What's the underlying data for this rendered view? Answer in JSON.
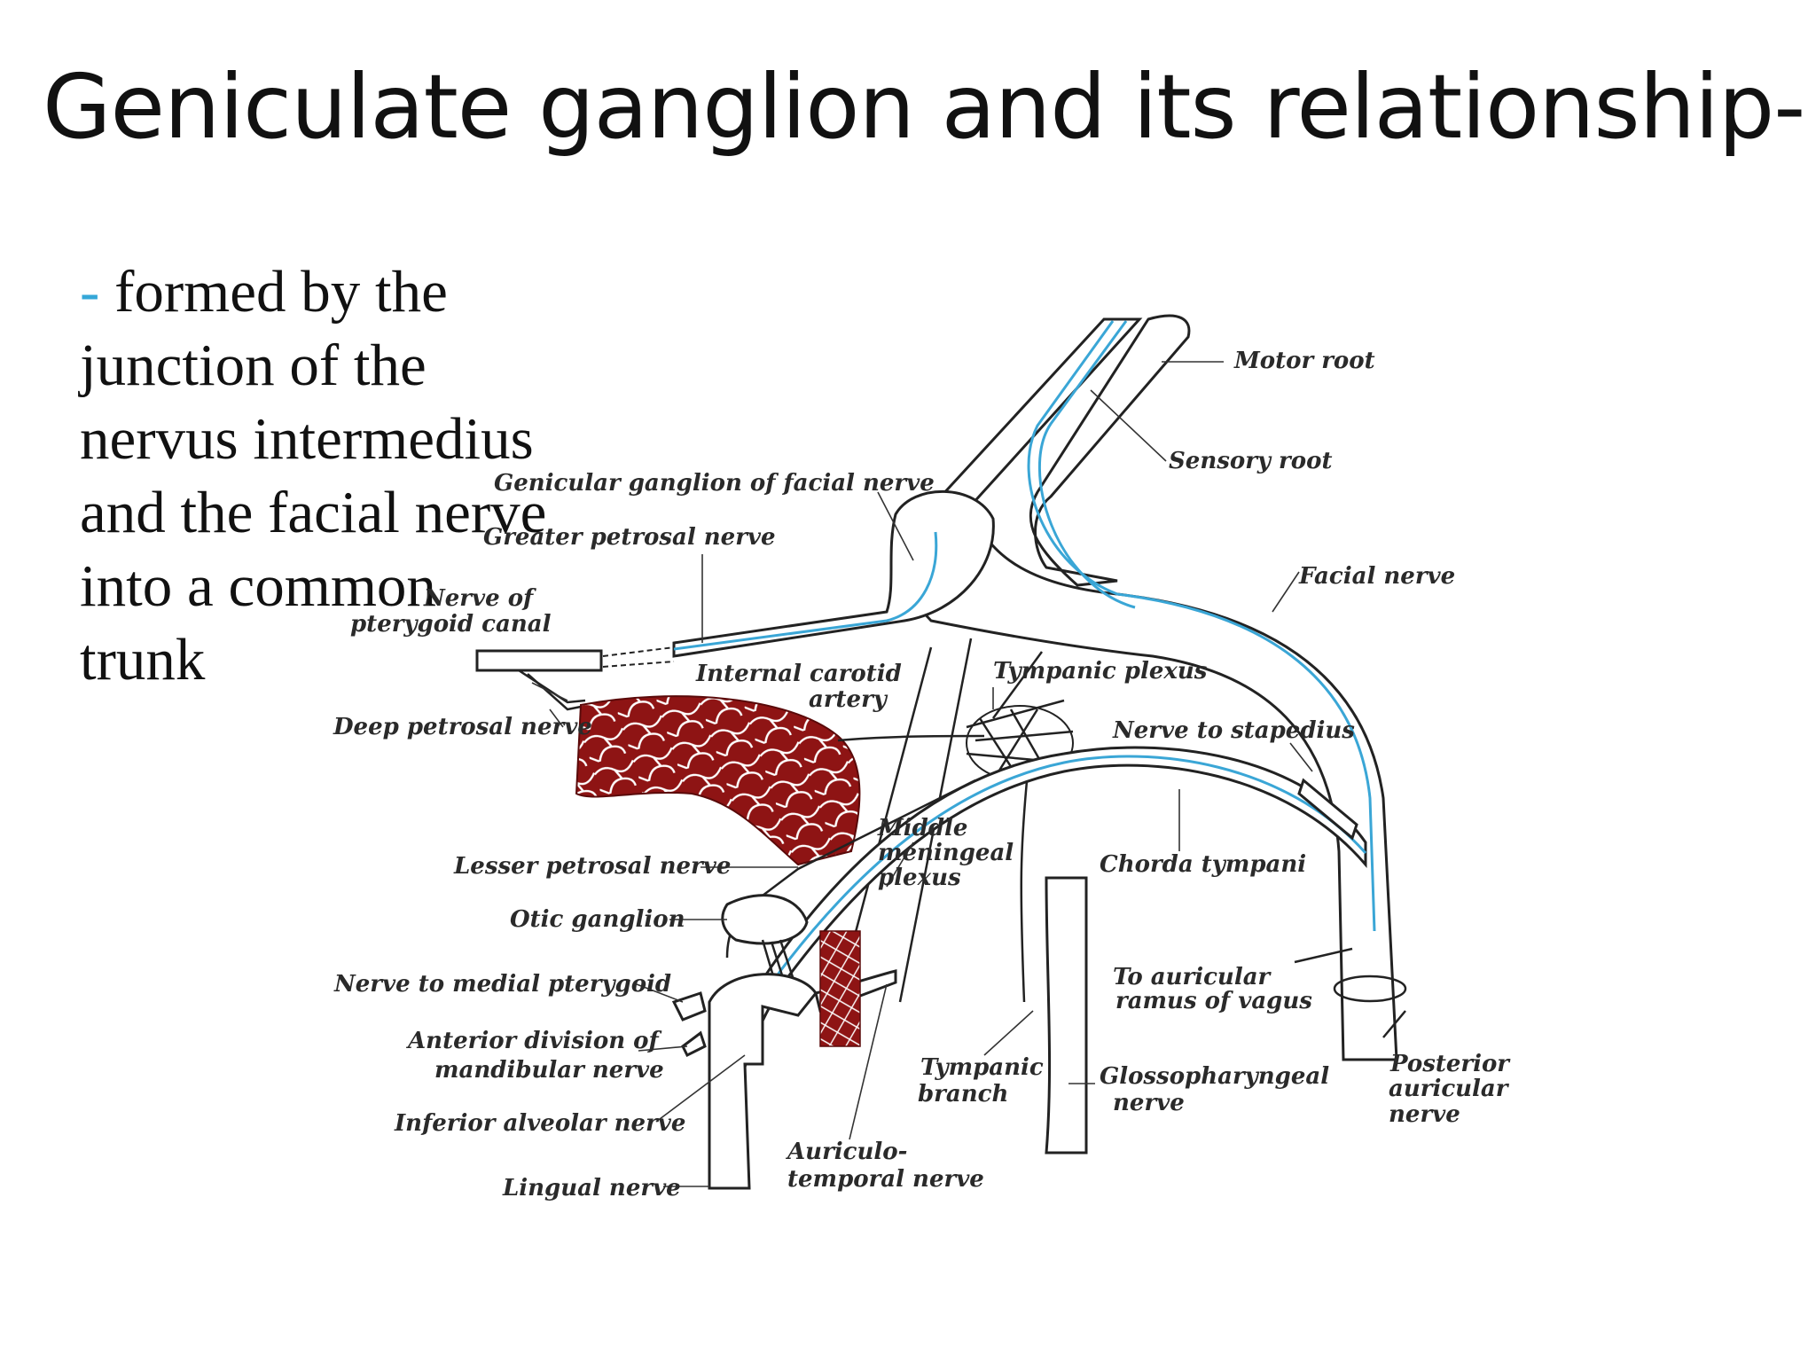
{
  "title": "Geniculate ganglion and its relationship-",
  "bullet": {
    "dash": "-",
    "lines": [
      "formed by the",
      "junction of the",
      "nervus intermedius",
      "and the facial nerve",
      "into a common",
      "trunk"
    ]
  },
  "diagram": {
    "labels": {
      "motor_root": "Motor root",
      "sensory_root": "Sensory root",
      "genicular_ganglion": "Genicular ganglion of facial nerve",
      "greater_petrosal": "Greater petrosal nerve",
      "facial_nerve": "Facial nerve",
      "pterygoid_canal_1": "Nerve of",
      "pterygoid_canal_2": "pterygoid canal",
      "internal_carotid_1": "Internal carotid",
      "internal_carotid_2": "artery",
      "tympanic_plexus": "Tympanic plexus",
      "deep_petrosal": "Deep petrosal nerve",
      "nerve_to_stapedius": "Nerve to stapedius",
      "middle_meningeal_1": "Middle",
      "middle_meningeal_2": "meningeal",
      "middle_meningeal_3": "plexus",
      "lesser_petrosal": "Lesser petrosal nerve",
      "chorda_tympani": "Chorda tympani",
      "otic_ganglion": "Otic ganglion",
      "medial_pterygoid": "Nerve to medial pterygoid",
      "auricular_ramus_1": "To auricular",
      "auricular_ramus_2": "ramus of vagus",
      "anterior_division_1": "Anterior division of",
      "anterior_division_2": "mandibular nerve",
      "tympanic_branch_1": "Tympanic",
      "tympanic_branch_2": "branch",
      "glossopharyngeal_1": "Glossopharyngeal",
      "glossopharyngeal_2": "nerve",
      "posterior_auricular_1": "Posterior",
      "posterior_auricular_2": "auricular",
      "posterior_auricular_3": "nerve",
      "inferior_alveolar": "Inferior alveolar nerve",
      "auriculotemporal_1": "Auriculo-",
      "auriculotemporal_2": "temporal nerve",
      "lingual_nerve": "Lingual nerve"
    }
  },
  "colors": {
    "nerve_fiber_blue": "#3aa6d6",
    "artery_red": "#8e1414",
    "bullet_dash": "#35a7d8"
  }
}
